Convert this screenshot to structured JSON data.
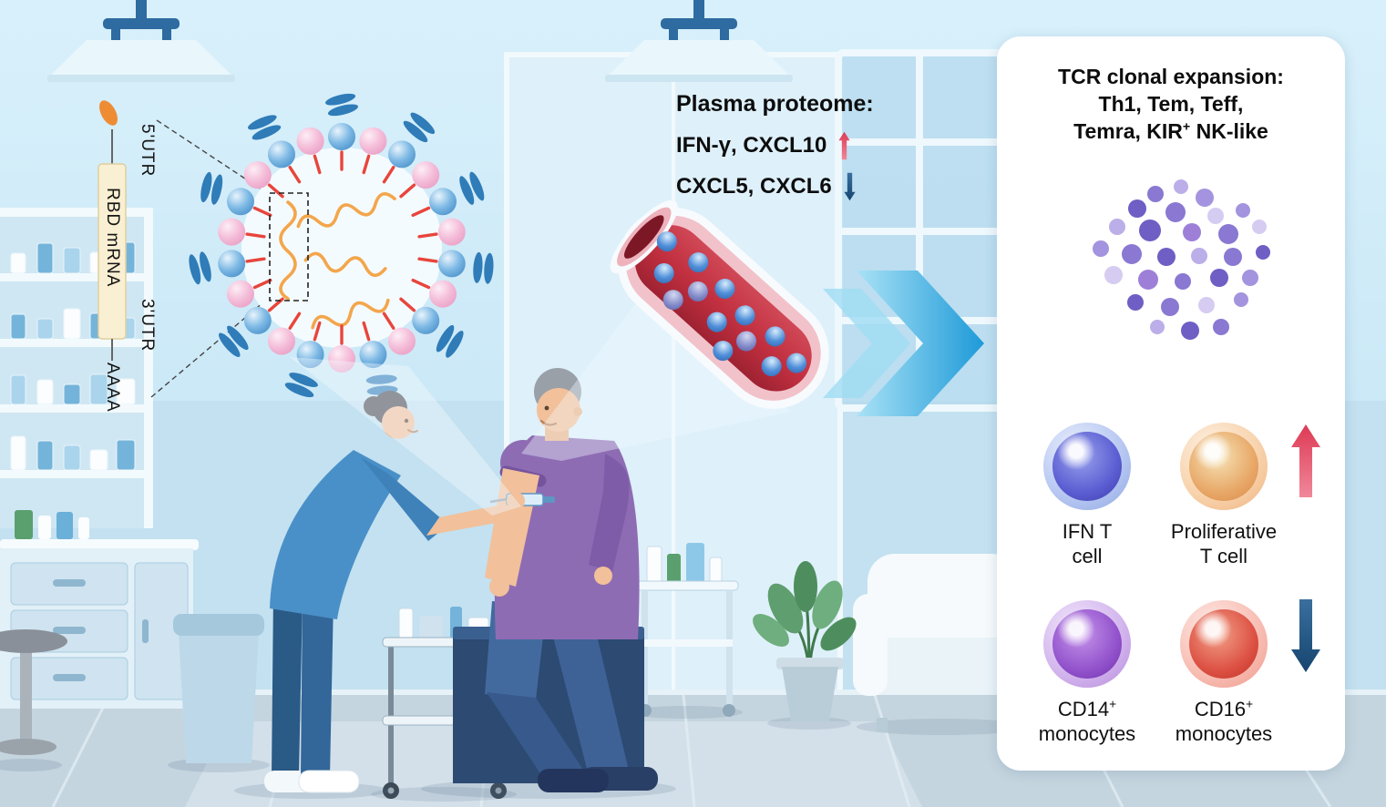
{
  "figure": {
    "construct": {
      "utr5": "5'UTR",
      "rbd": "RBD mRNA",
      "utr3": "3'UTR",
      "polya": "AAAA"
    },
    "plasma": {
      "title": "Plasma proteome:",
      "up_markers": "IFN-γ, CXCL10",
      "down_markers": "CXCL5, CXCL6"
    },
    "panel": {
      "title_line1": "TCR clonal expansion:",
      "title_line2": "Th1, Tem, Teff,",
      "title_line3_pre": "Temra, KIR",
      "title_line3_sup": "+",
      "title_line3_post": " NK-like",
      "cells": {
        "ifn_t": {
          "line1": "IFN T",
          "line2": "cell"
        },
        "proliferative": {
          "line1": "Proliferative",
          "line2": "T cell"
        },
        "cd14": {
          "base": "CD14",
          "sup": "+",
          "line2": "monocytes"
        },
        "cd16": {
          "base": "CD16",
          "sup": "+",
          "line2": "monocytes"
        }
      }
    },
    "colors": {
      "increase_arrow": "#dd3a54",
      "decrease_arrow": "#1d4e7f",
      "flow_arrow": "#1e9ad8"
    }
  }
}
